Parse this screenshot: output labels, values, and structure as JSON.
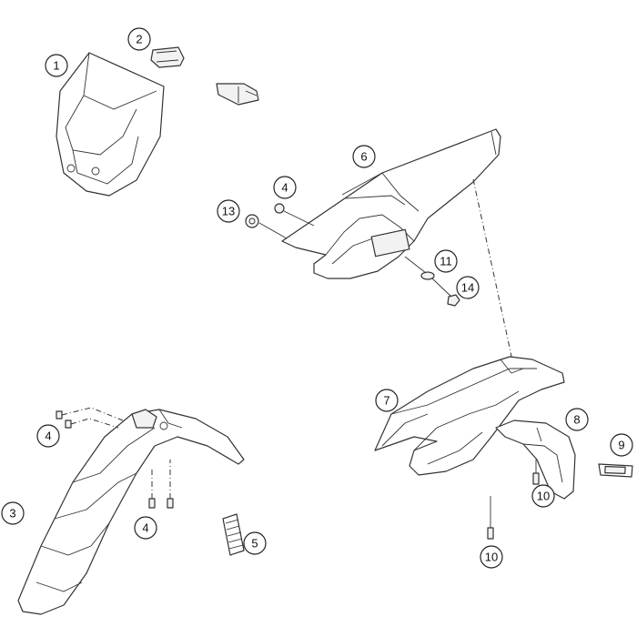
{
  "callouts": {
    "c1": "1",
    "c2": "2",
    "c3": "3",
    "c4a": "4",
    "c4b": "4",
    "c4c": "4",
    "c5": "5",
    "c6": "6",
    "c7": "7",
    "c8": "8",
    "c9": "9",
    "c10a": "10",
    "c10b": "10",
    "c11": "11",
    "c13": "13",
    "c14": "14"
  }
}
